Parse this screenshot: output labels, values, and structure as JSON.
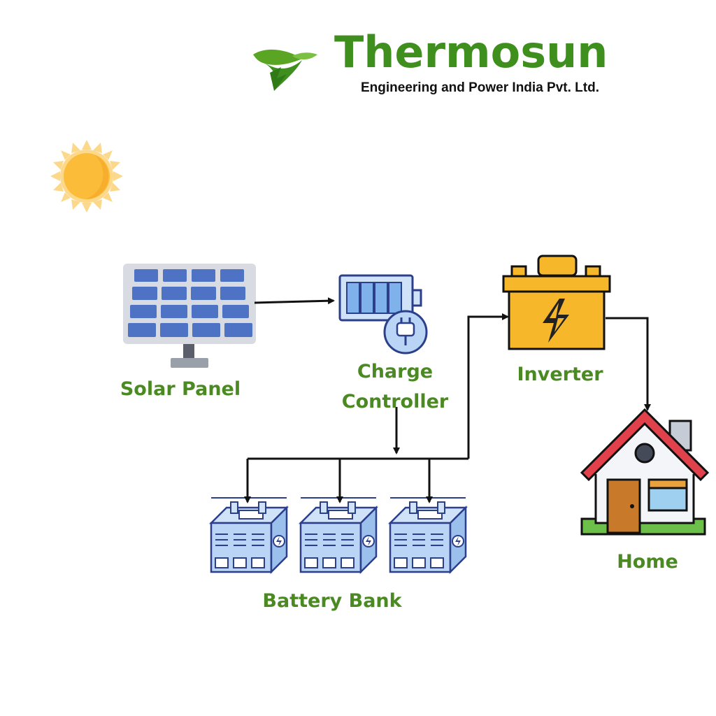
{
  "brand": {
    "name": "Thermosun",
    "tagline": "Engineering and Power India Pvt. Ltd.",
    "color": "#3f8f1f"
  },
  "nodes": {
    "solar_panel": "Solar Panel",
    "charge_controller_line1": "Charge",
    "charge_controller_line2": "Controller",
    "inverter": "Inverter",
    "battery_bank": "Battery Bank",
    "home": "Home"
  },
  "colors": {
    "label": "#4b8a23",
    "panel_cell": "#4f73c4",
    "inverter_body": "#f6b82a",
    "battery_fill": "#b9d4f5",
    "roof": "#e0414a",
    "door": "#c87a2a",
    "sun": "#fbbc3a"
  },
  "icons": [
    "leaf-logo-icon",
    "sun-icon",
    "solar-panel-icon",
    "charge-controller-icon",
    "plug-icon",
    "inverter-icon",
    "lightning-icon",
    "battery-icon",
    "house-icon"
  ]
}
